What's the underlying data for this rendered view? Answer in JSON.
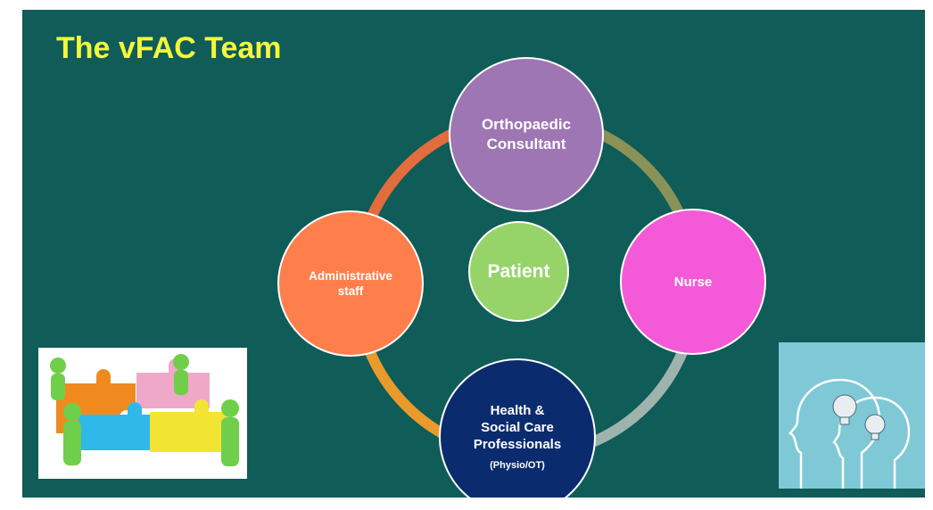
{
  "title": "The vFAC Team",
  "colors": {
    "background": "#0f5c58",
    "title": "#f3f83a",
    "orthopaedic_consultant": "#9e76b4",
    "nurse": "#f45ad8",
    "administrative_staff": "#ff7f4c",
    "health_social_care": "#0b2b6f",
    "patient": "#96d46a",
    "connector_top_left": "#e26c3c",
    "connector_top_right": "#8a9257",
    "connector_bottom_right": "#9fb3ad",
    "connector_bottom_left": "#e89a2a"
  },
  "diagram": {
    "center": {
      "label": "Patient"
    },
    "nodes": {
      "orthopaedic_consultant": {
        "line1": "Orthopaedic",
        "line2": "Consultant"
      },
      "nurse": {
        "label": "Nurse"
      },
      "health_social_care": {
        "line1": "Health &",
        "line2": "Social Care",
        "line3": "Professionals",
        "sub": "(Physio/OT)"
      },
      "administrative_staff": {
        "line1": "Administrative",
        "line2": "staff"
      }
    }
  },
  "images": {
    "left": "teamwork-puzzle-illustration",
    "right": "two-heads-lightbulb-illustration"
  }
}
